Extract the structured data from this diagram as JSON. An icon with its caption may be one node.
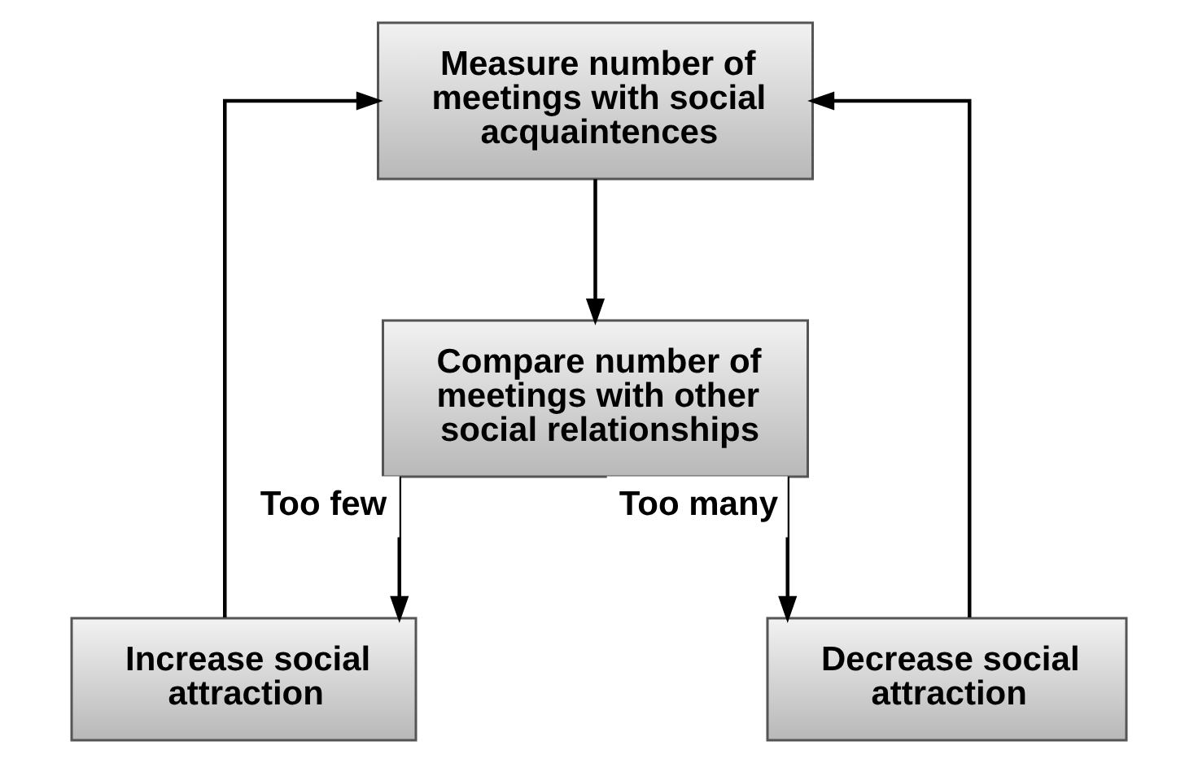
{
  "diagram": {
    "nodes": [
      {
        "text": [
          "Measure number of meetings with social acquaintences"
        ]
      },
      {
        "text": [
          "Compare number of meetings with other social relationships"
        ]
      },
      {
        "text": [
          "Increase social attraction"
        ]
      },
      {
        "text": [
          "Decrease social attraction"
        ]
      }
    ],
    "edges": [
      {
        "from": 0,
        "to": 1,
        "arrow": "to"
      },
      {
        "from": 1,
        "to": 2,
        "arrow": "to",
        "label": "Too few"
      },
      {
        "from": 1,
        "to": 3,
        "arrow": "to",
        "label": "Too many"
      },
      {
        "from": 2,
        "to": 0,
        "arrow": "to"
      },
      {
        "from": 3,
        "to": 0,
        "arrow": "to"
      }
    ]
  }
}
